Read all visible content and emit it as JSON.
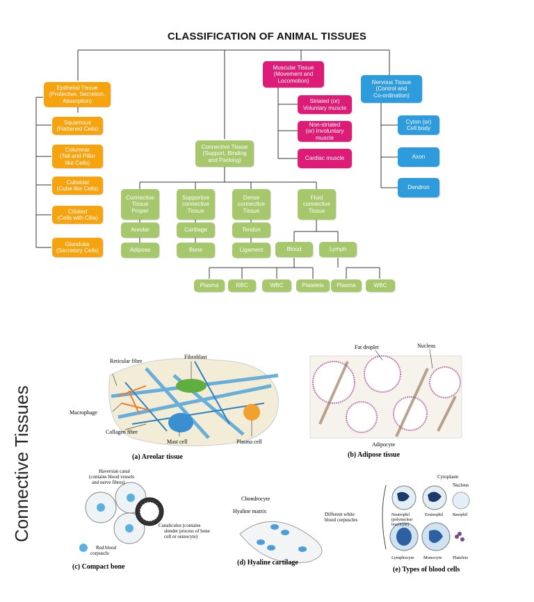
{
  "title": "CLASSIFICATION OF ANIMAL TISSUES",
  "side_title": "Connective Tissues",
  "colors": {
    "epithelial": "#f5a30f",
    "muscular": "#dd1c77",
    "nervous": "#2e9bdc",
    "connective": "#a6c76c"
  },
  "epithelial": {
    "main": "Epithelial Tissue\n(Protective, Secretion,\nAbsorption)",
    "items": [
      "Squamous\n(Flattened Cells)",
      "Columnar\n(Tall and Pillar\nlike Cells)",
      "Cuboidal\n(Cube like Cells)",
      "Ciliated\n(Cells with Cilia)",
      "Glandular\n(Secretory Cells)"
    ]
  },
  "muscular": {
    "main": "Muscular Tissue\n(Movement and\nLocomotion)",
    "items": [
      "Striated (or)\nVoluntary muscle",
      "Non-striated\n(or) Involuntary\nmuscle",
      "Cardiac muscle"
    ]
  },
  "nervous": {
    "main": "Nervous Tissue\n(Control and\nCo-ordination)",
    "items": [
      "Cyton (or)\nCell body",
      "Axon",
      "Dendron"
    ]
  },
  "connective": {
    "main": "Connective Tissue\n(Support, Binding\nand Packing)",
    "proper": {
      "label": "Connective\nTissue\nProper",
      "items": [
        "Areolar",
        "Adipose"
      ]
    },
    "supportive": {
      "label": "Supportive\nconnective\nTissue",
      "items": [
        "Cartilage",
        "Bone"
      ]
    },
    "dense": {
      "label": "Dense\nconnective\nTissue",
      "items": [
        "Tendon",
        "Ligament"
      ]
    },
    "fluid": {
      "label": "Fluid\nconnective\nTissue",
      "items": [
        "Blood",
        "Lymph"
      ]
    },
    "blood_items": [
      "Plasma",
      "RBC",
      "WBC",
      "Platelets"
    ],
    "lymph_items": [
      "Plasma",
      "WBC"
    ]
  },
  "figures": {
    "areolar": {
      "caption": "(a) Areolar tissue",
      "labels": [
        "Reticular fibre",
        "Fibroblast",
        "Macrophage",
        "Collagen fibre",
        "Mast cell",
        "Plasma cell"
      ]
    },
    "adipose": {
      "caption": "(b) Adipose tissue",
      "labels": [
        "Fat droplet",
        "Nucleus",
        "Adipocyte"
      ]
    },
    "bone": {
      "caption": "(c) Compact bone",
      "labels": [
        "Haversian canal\n(contains blood vessels\nand nerve fibres)",
        "Canaliculus (contains\nslender process of bone\ncell or osteocyte)",
        "Red blood\ncorpuscle"
      ]
    },
    "cartilage": {
      "caption": "(d) Hyaline cartilage",
      "labels": [
        "Chondrocyte",
        "Hyaline matrix"
      ]
    },
    "blood": {
      "caption": "(e) Types of blood cells",
      "labels": [
        "Cytoplasm",
        "Nucleus",
        "Different white\nblood corpuscles",
        "Neutrophil\n(polynuclear\nleucocyte)",
        "Eosinophil",
        "Basophil",
        "Lymphocyte",
        "Monocyte",
        "Platelets"
      ]
    }
  }
}
